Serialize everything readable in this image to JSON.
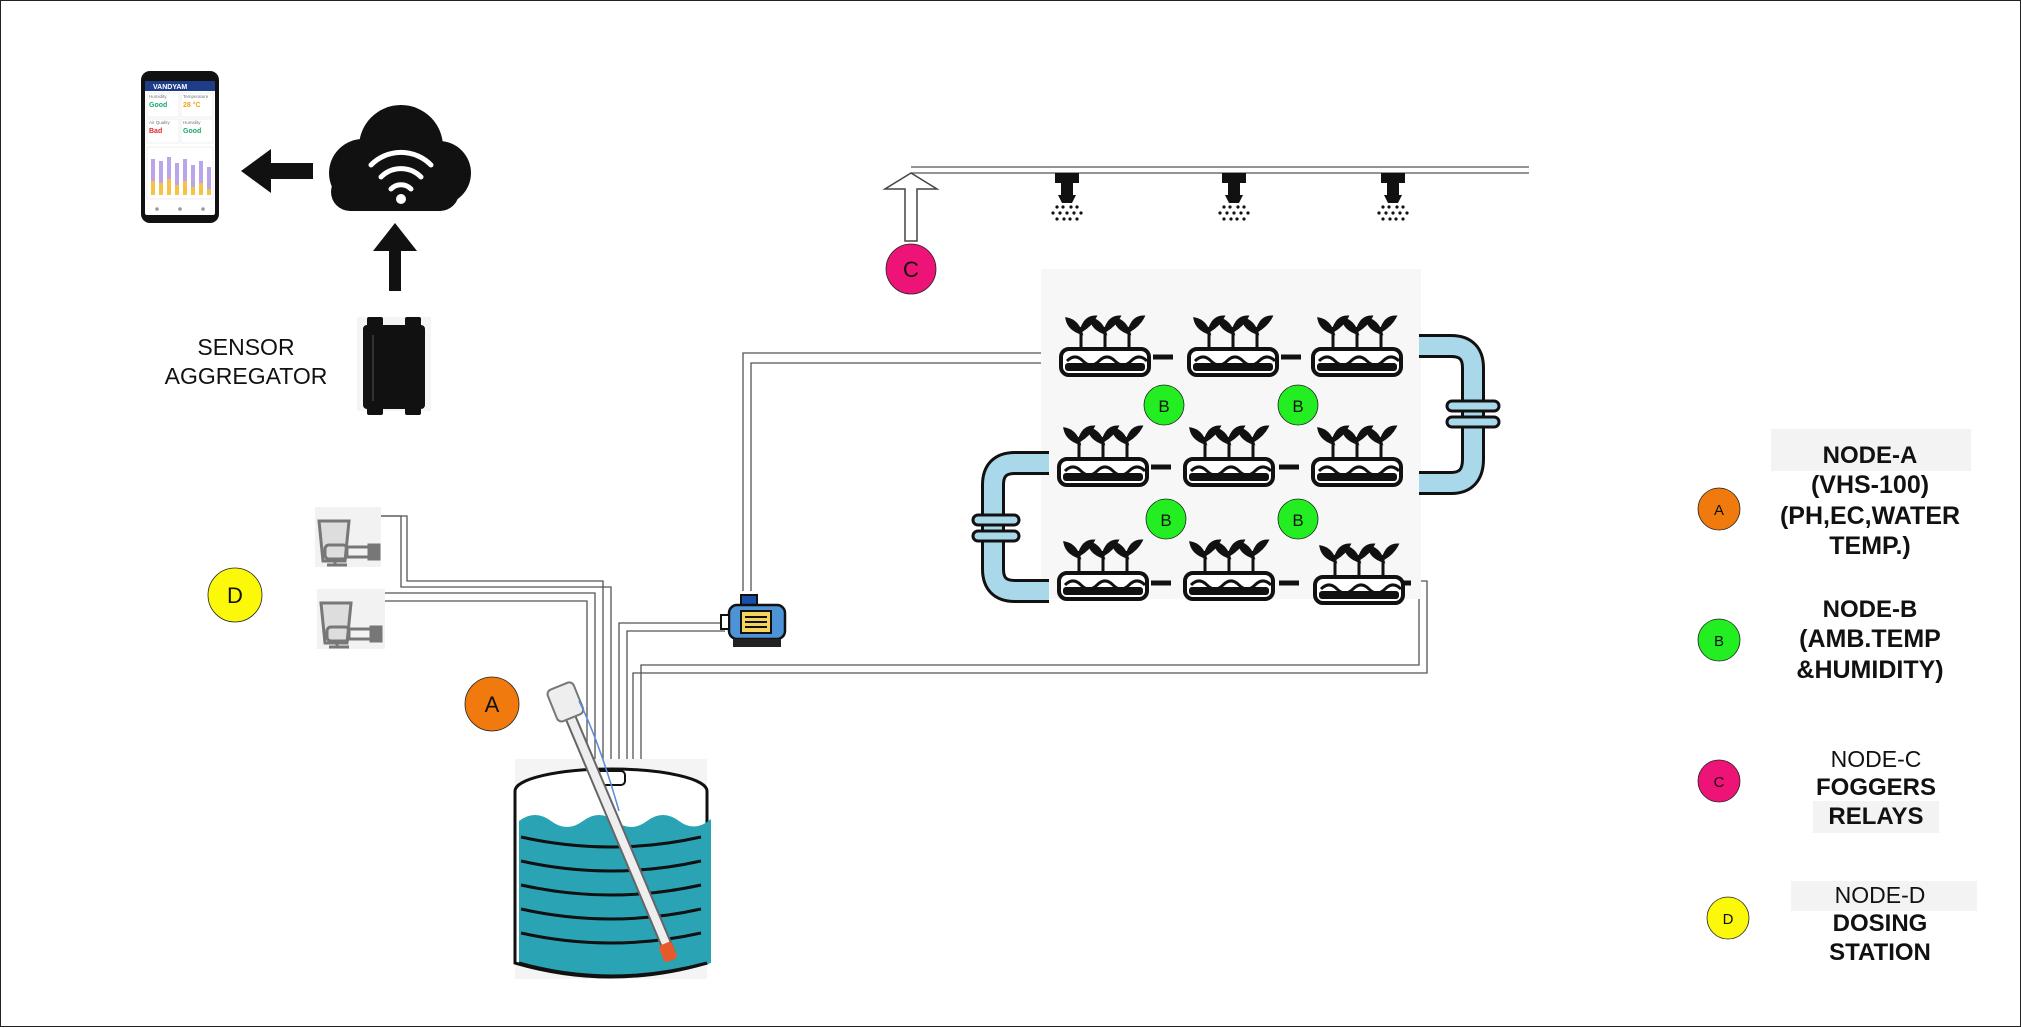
{
  "sensor_aggregator": {
    "line1": "SENSOR",
    "line2": "AGGREGATOR"
  },
  "phone": {
    "app_title": "VANDYAM",
    "cards": [
      {
        "name": "Humidity",
        "status": "Good",
        "status_color": "#1aa86a"
      },
      {
        "name": "Temperature",
        "value": "28 °C",
        "value_color": "#f0a21a"
      },
      {
        "name": "Air Quality",
        "status": "Bad",
        "status_color": "#e0262b"
      },
      {
        "name": "Humidity",
        "status": "Good",
        "status_color": "#1aa86a"
      }
    ]
  },
  "markers": {
    "A": {
      "letter": "A",
      "color": "#f07a0e"
    },
    "B": {
      "letter": "B",
      "color": "#22ee22"
    },
    "C": {
      "letter": "C",
      "color": "#ee1477"
    },
    "D": {
      "letter": "D",
      "color": "#fcf80a"
    }
  },
  "legend": [
    {
      "letter": "A",
      "color": "#f07a0e",
      "title": "NODE-A",
      "lines": [
        "(VHS-100)",
        "(PH,EC,WATER",
        "TEMP.)"
      ]
    },
    {
      "letter": "B",
      "color": "#22ee22",
      "title": "NODE-B",
      "lines": [
        "(AMB.TEMP",
        "&HUMIDITY)"
      ]
    },
    {
      "letter": "C",
      "color": "#ee1477",
      "title": "NODE-C",
      "lines": [
        "FOGGERS",
        "RELAYS"
      ]
    },
    {
      "letter": "D",
      "color": "#fcf80a",
      "title": "NODE-D",
      "lines": [
        "DOSING",
        "STATION"
      ]
    }
  ],
  "colors": {
    "water": "#2aa4b4",
    "pipe_blue": "#a9d8ea",
    "pipe_outline": "#444444"
  }
}
